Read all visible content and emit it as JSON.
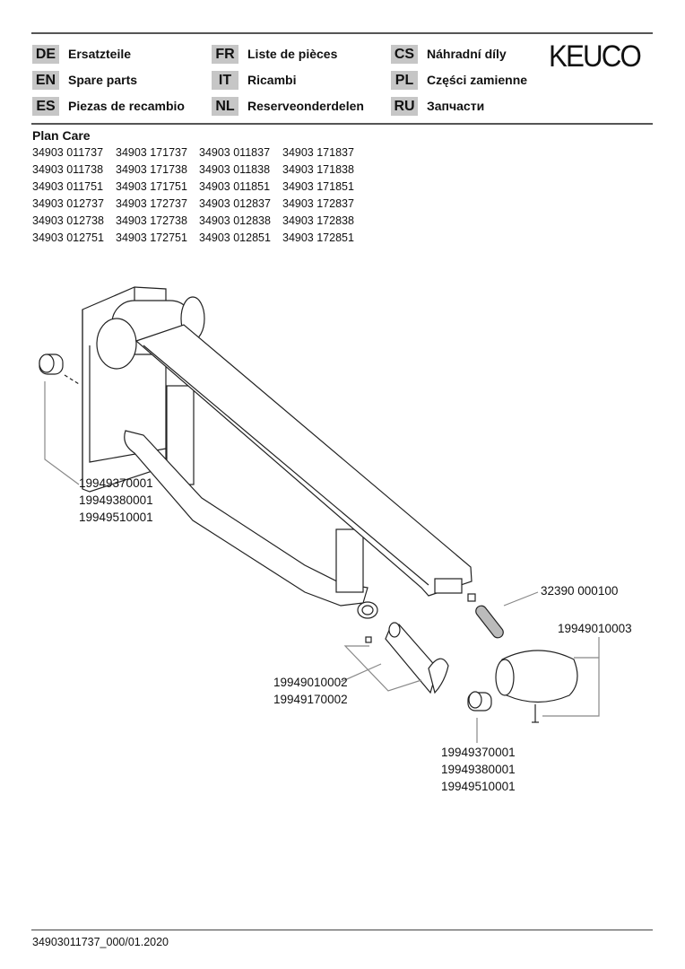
{
  "languages": [
    {
      "code": "DE",
      "label": "Ersatzteile"
    },
    {
      "code": "EN",
      "label": "Spare parts"
    },
    {
      "code": "ES",
      "label": "Piezas de recambio"
    },
    {
      "code": "FR",
      "label": "Liste de pièces"
    },
    {
      "code": "IT",
      "label": "Ricambi"
    },
    {
      "code": "NL",
      "label": "Reserveonderdelen"
    },
    {
      "code": "CS",
      "label": "Náhradní díly"
    },
    {
      "code": "PL",
      "label": "Części zamienne"
    },
    {
      "code": "RU",
      "label": "Запчасти"
    }
  ],
  "logo": "KEUCO",
  "product": "Plan Care",
  "article_numbers": [
    [
      "34903 011737",
      "34903 171737",
      "34903 011837",
      "34903 171837"
    ],
    [
      "34903 011738",
      "34903 171738",
      "34903 011838",
      "34903 171838"
    ],
    [
      "34903 011751",
      "34903 171751",
      "34903 011851",
      "34903 171851"
    ],
    [
      "34903 012737",
      "34903 172737",
      "34903 012837",
      "34903 172837"
    ],
    [
      "34903 012738",
      "34903 172738",
      "34903 012838",
      "34903 172838"
    ],
    [
      "34903 012751",
      "34903 172751",
      "34903 012851",
      "34903 172851"
    ]
  ],
  "parts": {
    "cap_left": [
      "19949370001",
      "19949380001",
      "19949510001"
    ],
    "pin": "32390 000100",
    "end_cap": "19949010003",
    "holder": [
      "19949010002",
      "19949170002"
    ],
    "cap_bottom": [
      "19949370001",
      "19949380001",
      "19949510001"
    ]
  },
  "footer": "34903011737_000/01.2020"
}
